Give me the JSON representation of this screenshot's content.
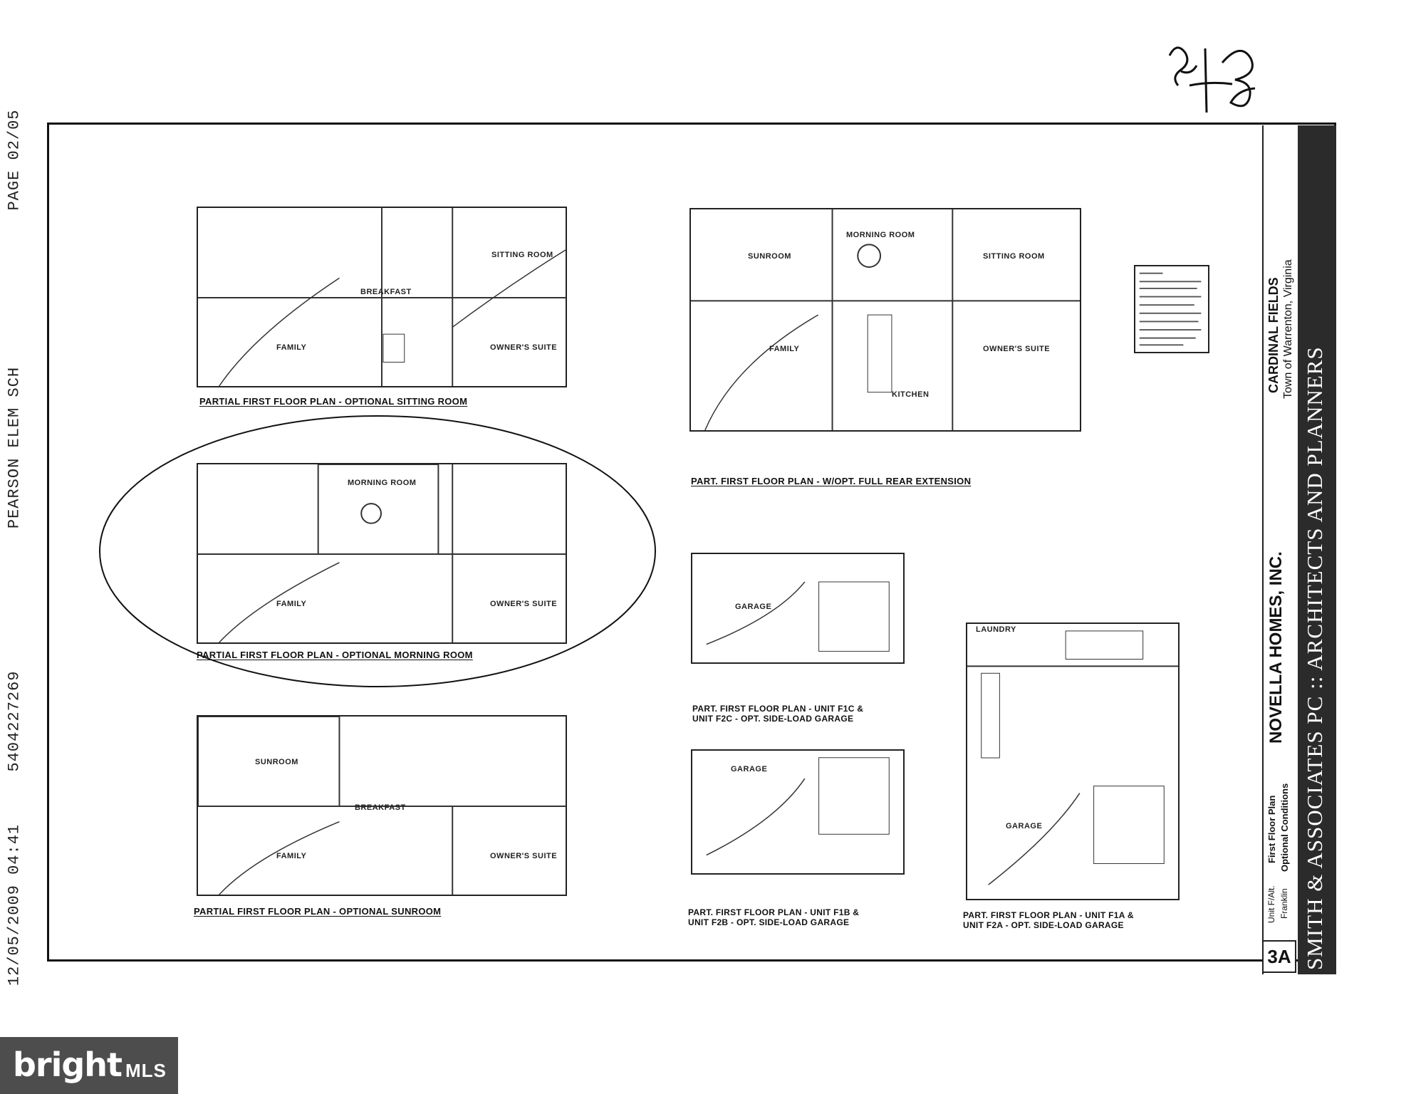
{
  "fax": {
    "page": "PAGE  02/05",
    "sender": "PEARSON ELEM SCH",
    "phone": "5404227269",
    "datetime": "12/05/2009  04:41"
  },
  "plans": {
    "p1": {
      "title": "PARTIAL FIRST FLOOR PLAN - OPTIONAL SITTING ROOM",
      "rooms": {
        "breakfast": "BREAKFAST",
        "sitting": "SITTING ROOM",
        "family": "FAMILY",
        "owners": "OWNER'S SUITE"
      }
    },
    "p2": {
      "title": "PARTIAL FIRST FLOOR PLAN - OPTIONAL MORNING ROOM",
      "rooms": {
        "morning": "MORNING ROOM",
        "family": "FAMILY",
        "owners": "OWNER'S SUITE"
      }
    },
    "p3": {
      "title": "PARTIAL FIRST FLOOR PLAN - OPTIONAL SUNROOM",
      "rooms": {
        "sunroom": "SUNROOM",
        "breakfast": "BREAKFAST",
        "family": "FAMILY",
        "owners": "OWNER'S SUITE"
      }
    },
    "p4": {
      "title": "PART. FIRST FLOOR PLAN - W/OPT. FULL REAR EXTENSION",
      "rooms": {
        "sunroom": "SUNROOM",
        "morning": "MORNING ROOM",
        "sitting": "SITTING ROOM",
        "family": "FAMILY",
        "owners": "OWNER'S SUITE",
        "kitchen": "KITCHEN"
      }
    },
    "p5": {
      "title_line1": "PART. FIRST FLOOR PLAN - UNIT F1C &",
      "title_line2": "UNIT F2C - OPT. SIDE-LOAD GARAGE",
      "rooms": {
        "garage": "GARAGE"
      }
    },
    "p6": {
      "title_line1": "PART. FIRST FLOOR PLAN - UNIT F1B &",
      "title_line2": "UNIT F2B - OPT. SIDE-LOAD GARAGE",
      "rooms": {
        "garage": "GARAGE"
      }
    },
    "p7": {
      "title_line1": "PART. FIRST FLOOR PLAN - UNIT F1A &",
      "title_line2": "UNIT F2A - OPT. SIDE-LOAD GARAGE",
      "rooms": {
        "laundry": "LAUNDRY",
        "garage": "GARAGE"
      }
    }
  },
  "title_block": {
    "project": "CARDINAL FIELDS",
    "location": "Town of Warrenton, Virginia",
    "builder": "NOVELLA HOMES, INC.",
    "sheet_title_1": "First Floor Plan",
    "sheet_title_2": "Optional Conditions",
    "unit_1": "Unit F/Alt.",
    "unit_2": "Franklin",
    "architect": "SMITH & ASSOCIATES PC :: ARCHITECTS AND PLANNERS",
    "sheet_number": "3A"
  },
  "logo": {
    "word": "bright",
    "suffix": "MLS"
  }
}
